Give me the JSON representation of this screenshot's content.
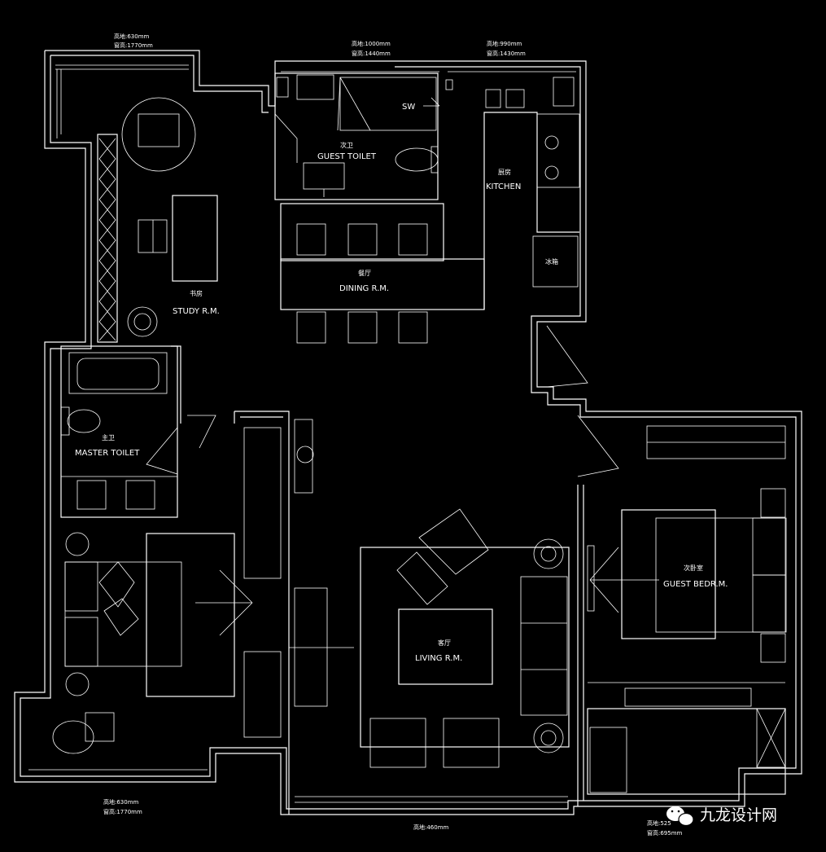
{
  "rooms": {
    "guest_toilet": {
      "cn": "次卫",
      "en": "GUEST TOILET"
    },
    "kitchen": {
      "cn": "厨房",
      "en": "KITCHEN"
    },
    "dining": {
      "cn": "餐厅",
      "en": "DINING R.M."
    },
    "study": {
      "cn": "书房",
      "en": "STUDY R.M."
    },
    "master_toilet": {
      "cn": "主卫",
      "en": "MASTER TOILET"
    },
    "living": {
      "cn": "客厅",
      "en": "LIVING R.M."
    },
    "guest_bedroom": {
      "cn": "次卧室",
      "en": "GUEST BEDR.M."
    },
    "fridge": {
      "cn": "冰箱"
    },
    "shower": {
      "en": "SW"
    }
  },
  "dimensions": {
    "top_left": [
      "高地:630mm",
      "窗高:1770mm"
    ],
    "top_middle": [
      "高地:1000mm",
      "窗高:1440mm"
    ],
    "top_right": [
      "高地:990mm",
      "窗高:1430mm"
    ],
    "bottom_left": [
      "高地:630mm",
      "窗高:1770mm"
    ],
    "bottom_middle": [
      "高地:460mm"
    ],
    "bottom_right": [
      "高地:525",
      "窗高:695mm"
    ]
  },
  "watermark": {
    "text": "九龙设计网",
    "icon": "wechat-icon"
  },
  "colors": {
    "background": "#000000",
    "line": "#ffffff"
  }
}
